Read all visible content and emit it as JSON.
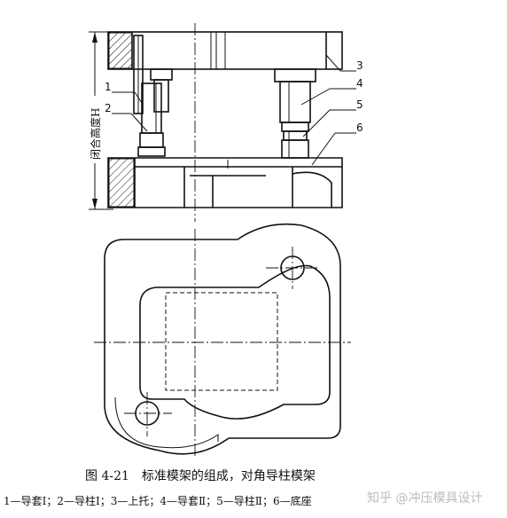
{
  "drawing": {
    "height_label": "闭合高度H",
    "part_labels": [
      "1",
      "2",
      "3",
      "4",
      "5",
      "6"
    ]
  },
  "caption": {
    "figure_number": "图 4-21",
    "title": "标准模架的组成，对角导柱模架"
  },
  "legend": "1—导套Ⅰ；2—导柱Ⅰ；3—上托；4—导套Ⅱ；5—导柱Ⅱ；6—底座",
  "watermark": "知乎 @冲压模具设计"
}
